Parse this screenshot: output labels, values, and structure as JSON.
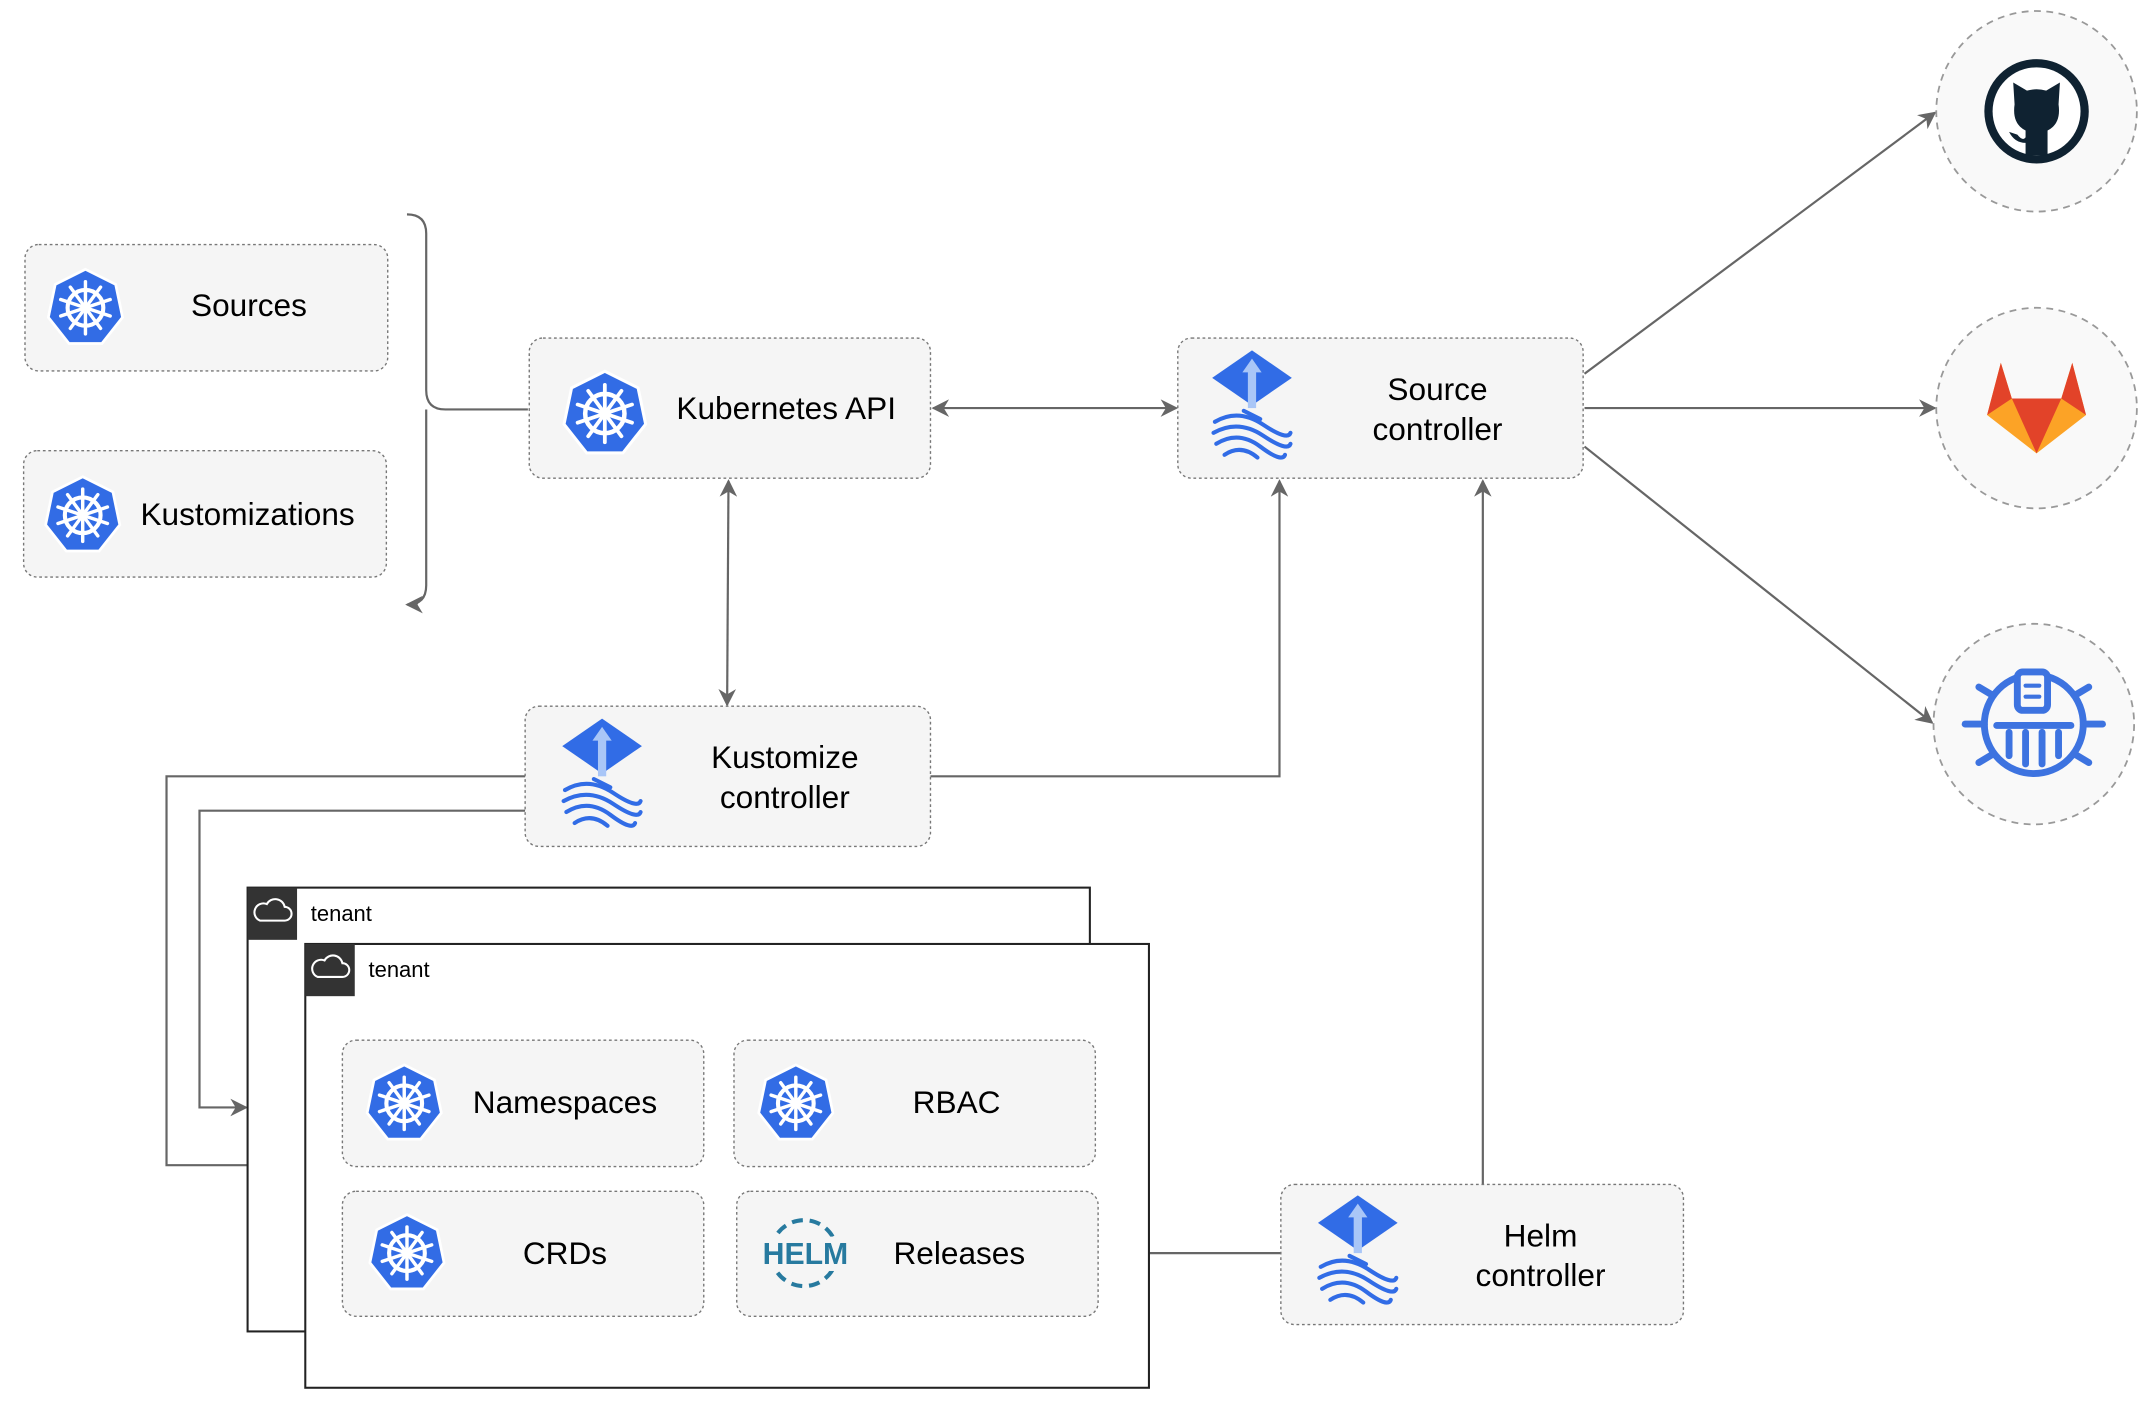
{
  "nodes": {
    "sources": "Sources",
    "kustomizations": "Kustomizations",
    "kubernetes_api": "Kubernetes API",
    "source_controller": [
      "Source",
      "controller"
    ],
    "kustomize_controller": [
      "Kustomize",
      "controller"
    ],
    "helm_controller": [
      "Helm",
      "controller"
    ],
    "namespaces": "Namespaces",
    "rbac": "RBAC",
    "crds": "CRDs",
    "releases": "Releases"
  },
  "tenants": [
    "tenant",
    "tenant"
  ],
  "helm_logo_text": "HELM",
  "external_sources": [
    "github-icon",
    "gitlab-icon",
    "bucket-icon"
  ],
  "colors": {
    "kubernetes_blue": "#326ce5",
    "flux_blue": "#316ce6",
    "helm_blue": "#277a9f",
    "github_dark": "#0f2231",
    "gitlab_orange": "#e24329",
    "tenant_header": "#333333",
    "edge": "#666666"
  }
}
